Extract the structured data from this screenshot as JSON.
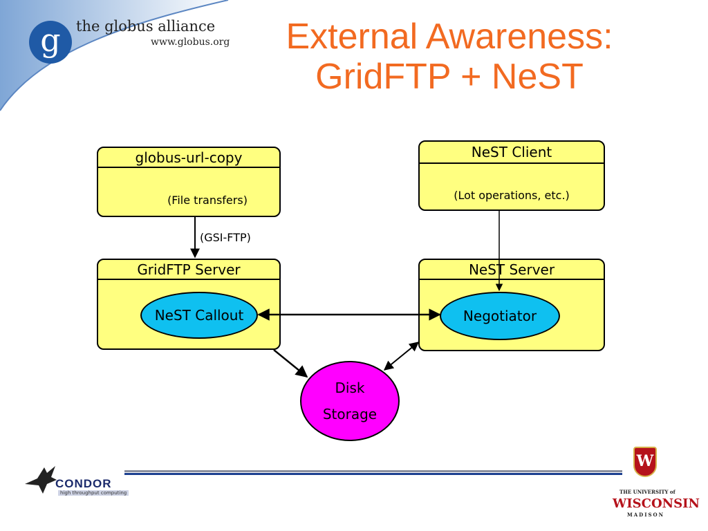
{
  "header": {
    "logo_letter": "g",
    "logo_name": "the globus alliance",
    "logo_url": "www.globus.org",
    "title_line1": "External Awareness:",
    "title_line2": "GridFTP + NeST",
    "title_color": "#f26a21"
  },
  "diagram": {
    "globus_url_copy": {
      "title": "globus-url-copy",
      "subtitle": "(File transfers)"
    },
    "nest_client": {
      "title": "NeST Client",
      "subtitle": "(Lot operations, etc.)"
    },
    "gridftp_server": {
      "title": "GridFTP Server",
      "callout": "NeST Callout"
    },
    "nest_server": {
      "title": "NeST Server",
      "negotiator": "Negotiator"
    },
    "disk_storage": {
      "line1": "Disk",
      "line2": "Storage"
    },
    "edge_label_gsi_ftp": "(GSI-FTP)",
    "colors": {
      "box_fill": "#ffff80",
      "ellipse_fill": "#0fc0f0",
      "disk_fill": "#ff00ff"
    }
  },
  "footer": {
    "condor_name": "CONDOR",
    "condor_tagline": "high throughput computing",
    "uw_crest_letter": "W",
    "uw_line1": "THE UNIVERSITY of",
    "uw_line2": "WISCONSIN",
    "uw_line3": "MADISON"
  }
}
